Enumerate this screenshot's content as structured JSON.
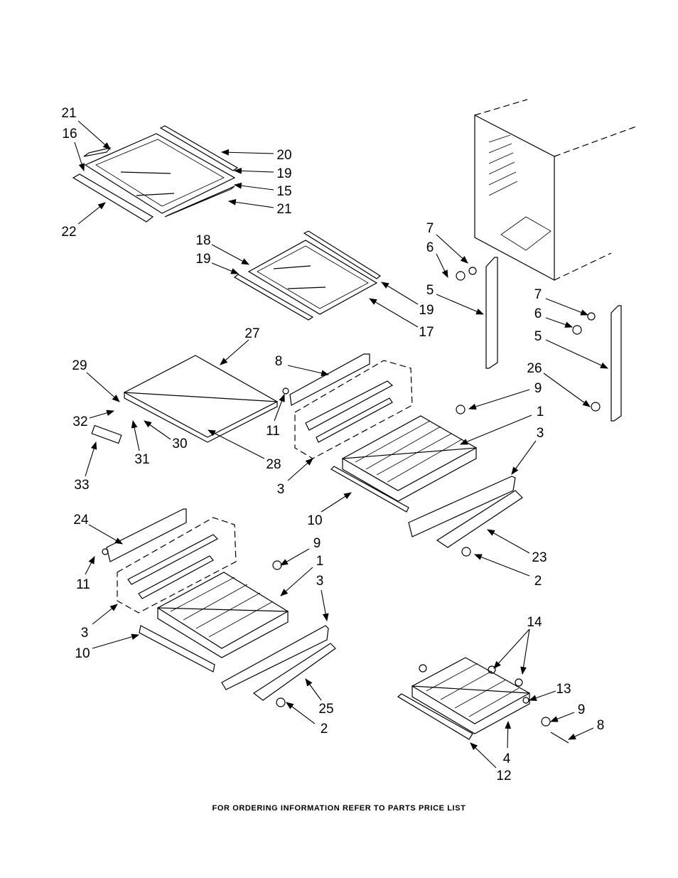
{
  "callouts": [
    "21",
    "16",
    "20",
    "19",
    "15",
    "21",
    "22",
    "18",
    "19",
    "19",
    "17",
    "7",
    "6",
    "5",
    "7",
    "6",
    "5",
    "26",
    "27",
    "29",
    "32",
    "31",
    "30",
    "28",
    "33",
    "8",
    "11",
    "3",
    "9",
    "1",
    "3",
    "10",
    "23",
    "2",
    "24",
    "11",
    "9",
    "1",
    "3",
    "3",
    "10",
    "25",
    "2",
    "14",
    "13",
    "9",
    "8",
    "4",
    "12"
  ],
  "footer": "FOR ORDERING INFORMATION REFER TO PARTS PRICE LIST"
}
